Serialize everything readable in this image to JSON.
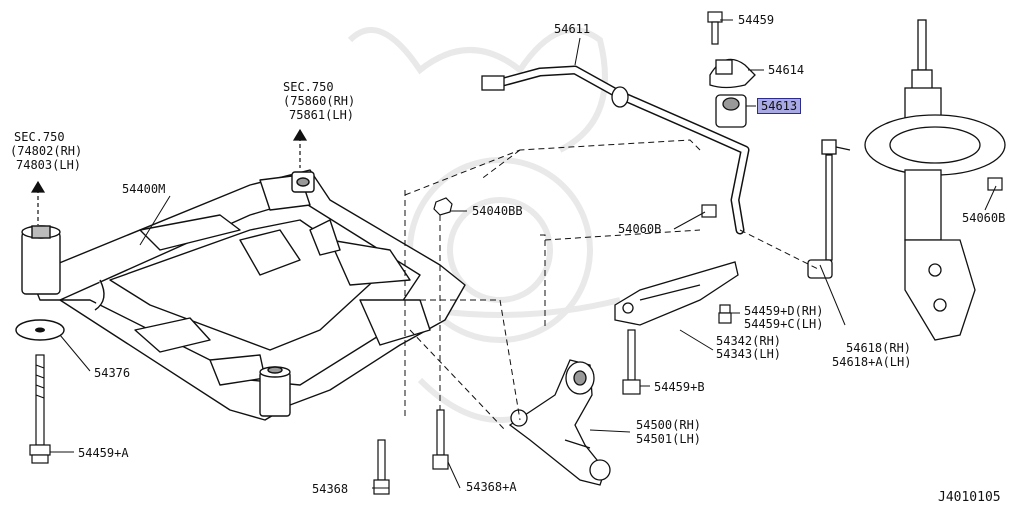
{
  "diagram": {
    "code": "J4010105",
    "highlighted_part": "54613",
    "sec_refs": [
      {
        "title": "SEC.750",
        "lines": [
          "(75860(RH)",
          "75861(LH)"
        ]
      },
      {
        "title": "SEC.750",
        "lines": [
          "(74802(RH)",
          "74803(LH)"
        ]
      }
    ],
    "labels": {
      "p54611": "54611",
      "p54459": "54459",
      "p54614": "54614",
      "p54613": "54613",
      "p54400M": "54400M",
      "p54040BB": "54040BB",
      "p54060B_left": "54060B",
      "p54060B_right": "54060B",
      "p54376": "54376",
      "p54459A": "54459+A",
      "p54459D": "54459+D(RH)",
      "p54459C": "54459+C(LH)",
      "p54342": "54342(RH)",
      "p54343": "54343(LH)",
      "p54618": "54618(RH)",
      "p54618A": "54618+A(LH)",
      "p54459B": "54459+B",
      "p54500": "54500(RH)",
      "p54501": "54501(LH)",
      "p54368": "54368",
      "p54368A": "54368+A"
    }
  }
}
